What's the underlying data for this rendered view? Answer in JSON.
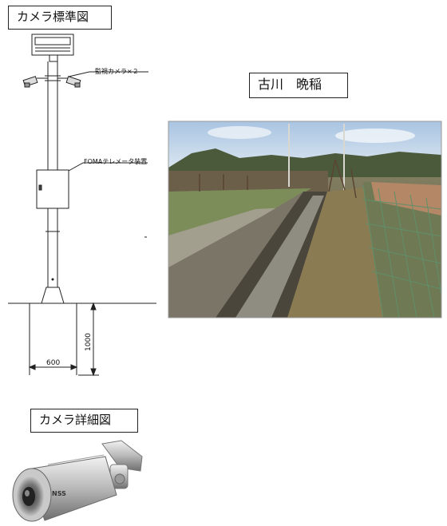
{
  "labels": {
    "standard_diagram": "カメラ標準図",
    "location_name": "古川　晩稲",
    "camera_detail": "カメラ詳細図"
  },
  "annotations": {
    "cameras": "監視カメラ×２",
    "telemeter": "FOMAテレメータ装置",
    "width": "600",
    "depth": "1000"
  },
  "camera_brand": "NSS",
  "colors": {
    "line": "#222222",
    "sky": "#b9cfe6",
    "ground": "#8a8262"
  }
}
